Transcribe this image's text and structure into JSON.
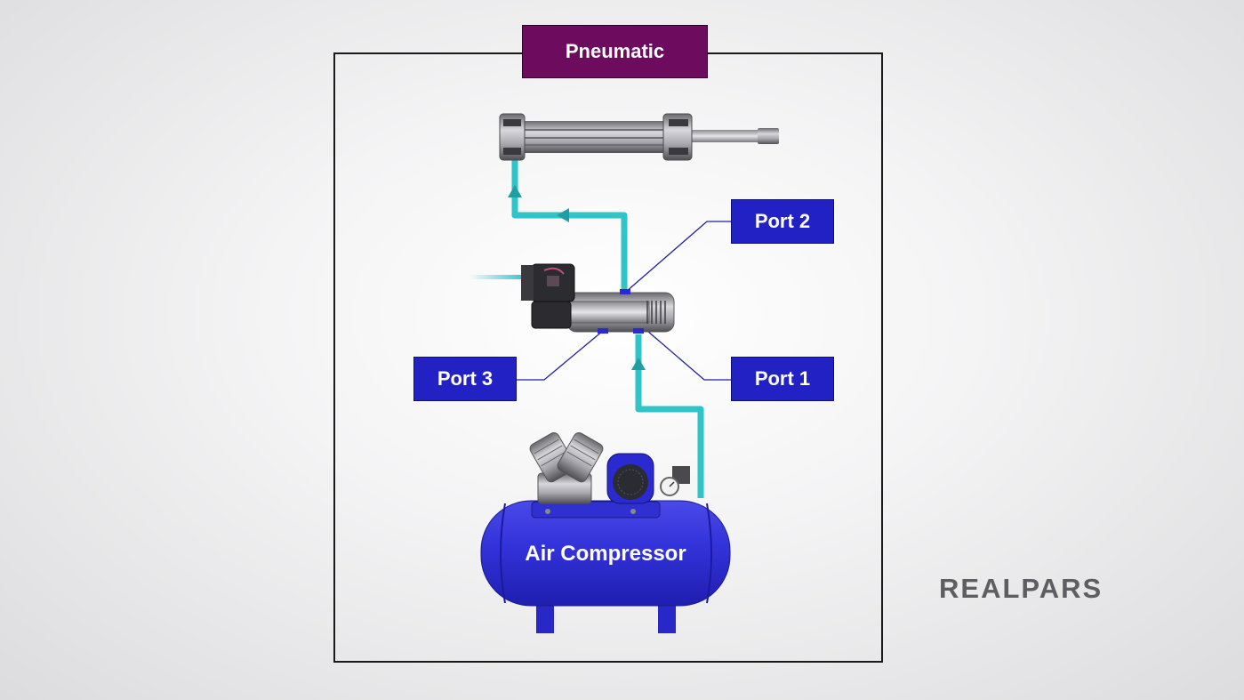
{
  "diagram": {
    "title": "Pneumatic",
    "labels": {
      "port_1": "Port 1",
      "port_2": "Port 2",
      "port_3": "Port 3",
      "compressor": "Air Compressor"
    }
  },
  "brand": {
    "logo_text": "REALPARS"
  },
  "colors": {
    "title_bg": "#6d0c5e",
    "label_bg": "#2222c4",
    "air_line": "#2fc4c8",
    "tank_blue": "#2b2bd6",
    "logo_gray": "#5e5e62"
  }
}
